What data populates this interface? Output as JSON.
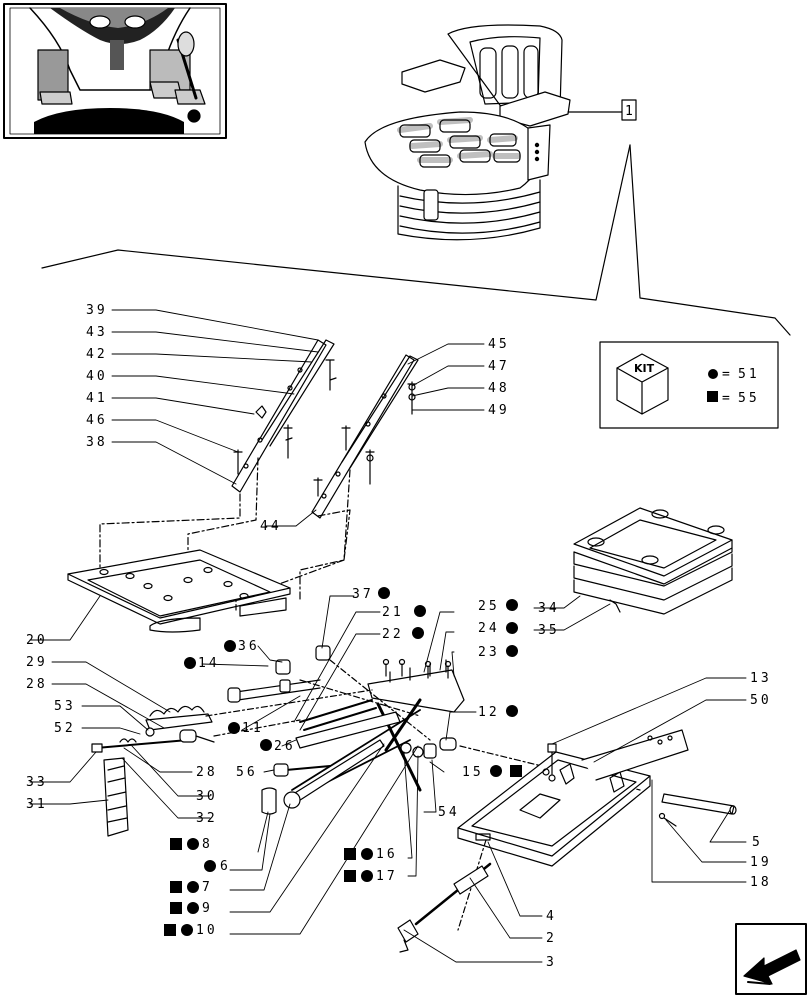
{
  "diagram": {
    "kit_label": "KIT",
    "kit_circle_value": "51",
    "kit_square_value": "55",
    "callout_seat": "1",
    "labels": [
      {
        "id": "39",
        "text": "39"
      },
      {
        "id": "43",
        "text": "43"
      },
      {
        "id": "42",
        "text": "42"
      },
      {
        "id": "40",
        "text": "40"
      },
      {
        "id": "41",
        "text": "41"
      },
      {
        "id": "46",
        "text": "46"
      },
      {
        "id": "38",
        "text": "38"
      },
      {
        "id": "45",
        "text": "45"
      },
      {
        "id": "47",
        "text": "47"
      },
      {
        "id": "48",
        "text": "48"
      },
      {
        "id": "49",
        "text": "49"
      },
      {
        "id": "44",
        "text": "44"
      },
      {
        "id": "34",
        "text": "34"
      },
      {
        "id": "35",
        "text": "35"
      },
      {
        "id": "20",
        "text": "20"
      },
      {
        "id": "29",
        "text": "29"
      },
      {
        "id": "28a",
        "text": "28"
      },
      {
        "id": "53",
        "text": "53"
      },
      {
        "id": "52",
        "text": "52"
      },
      {
        "id": "33",
        "text": "33"
      },
      {
        "id": "31",
        "text": "31"
      },
      {
        "id": "28b",
        "text": "28"
      },
      {
        "id": "30",
        "text": "30"
      },
      {
        "id": "32",
        "text": "32"
      },
      {
        "id": "37",
        "text": "37"
      },
      {
        "id": "21",
        "text": "21"
      },
      {
        "id": "22",
        "text": "22"
      },
      {
        "id": "25",
        "text": "25"
      },
      {
        "id": "24",
        "text": "24"
      },
      {
        "id": "23",
        "text": "23"
      },
      {
        "id": "36",
        "text": "36"
      },
      {
        "id": "14",
        "text": "14"
      },
      {
        "id": "11",
        "text": "11"
      },
      {
        "id": "26",
        "text": "26"
      },
      {
        "id": "56",
        "text": "56"
      },
      {
        "id": "12",
        "text": "12"
      },
      {
        "id": "13",
        "text": "13"
      },
      {
        "id": "50",
        "text": "50"
      },
      {
        "id": "15",
        "text": "15"
      },
      {
        "id": "54",
        "text": "54"
      },
      {
        "id": "8",
        "text": "8"
      },
      {
        "id": "6",
        "text": "6"
      },
      {
        "id": "7",
        "text": "7"
      },
      {
        "id": "9",
        "text": "9"
      },
      {
        "id": "10",
        "text": "10"
      },
      {
        "id": "16",
        "text": "16"
      },
      {
        "id": "17",
        "text": "17"
      },
      {
        "id": "5",
        "text": "5"
      },
      {
        "id": "19",
        "text": "19"
      },
      {
        "id": "18",
        "text": "18"
      },
      {
        "id": "4",
        "text": "4"
      },
      {
        "id": "2",
        "text": "2"
      },
      {
        "id": "3",
        "text": "3"
      }
    ]
  }
}
